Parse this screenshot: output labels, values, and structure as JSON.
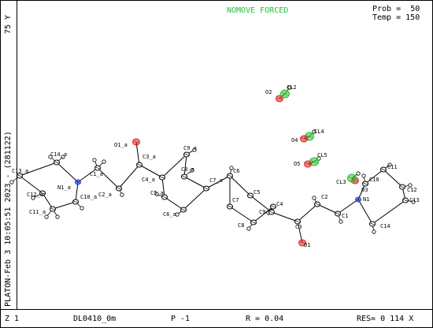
{
  "banner": "NOMOVE FORCED",
  "prob_label": "Prob = ",
  "prob_value": "50",
  "temp_label": "Temp = ",
  "temp_value": "150",
  "side_top": "75 Y",
  "side_bottom": "PLATON-Feb 3 10:05:51 2023 - (281122)",
  "footer": {
    "z": "Z 1",
    "file": "DL0410_0m",
    "space_group": "P -1",
    "r_factor": "R = 0.04",
    "res": "RES= 0 114 X"
  },
  "colors": {
    "carbon": "#000000",
    "oxygen": "#e02020",
    "nitrogen": "#2040d0",
    "chlorine": "#30c030",
    "banner": "#22c03a"
  },
  "atoms": [
    {
      "id": "C13_a",
      "el": "C"
    },
    {
      "id": "C14_a",
      "el": "C"
    },
    {
      "id": "N1_a",
      "el": "N"
    },
    {
      "id": "C12_a",
      "el": "C"
    },
    {
      "id": "C11_a",
      "el": "C"
    },
    {
      "id": "C10_a",
      "el": "C"
    },
    {
      "id": "C1_a",
      "el": "C"
    },
    {
      "id": "C2_a",
      "el": "C"
    },
    {
      "id": "O1_a",
      "el": "O"
    },
    {
      "id": "C3_a",
      "el": "C"
    },
    {
      "id": "C4_a",
      "el": "C"
    },
    {
      "id": "C9_a",
      "el": "C"
    },
    {
      "id": "C8_a",
      "el": "C"
    },
    {
      "id": "C5_a",
      "el": "C"
    },
    {
      "id": "C6_a",
      "el": "C"
    },
    {
      "id": "C7_a",
      "el": "C"
    },
    {
      "id": "C6",
      "el": "C"
    },
    {
      "id": "C5",
      "el": "C"
    },
    {
      "id": "C7",
      "el": "C"
    },
    {
      "id": "C8",
      "el": "C"
    },
    {
      "id": "C9",
      "el": "C"
    },
    {
      "id": "C4",
      "el": "C"
    },
    {
      "id": "C3",
      "el": "C"
    },
    {
      "id": "O1",
      "el": "O"
    },
    {
      "id": "C2",
      "el": "C"
    },
    {
      "id": "C1",
      "el": "C"
    },
    {
      "id": "N1",
      "el": "N"
    },
    {
      "id": "C14",
      "el": "C"
    },
    {
      "id": "C13",
      "el": "C"
    },
    {
      "id": "C12",
      "el": "C"
    },
    {
      "id": "C11",
      "el": "C"
    },
    {
      "id": "C10",
      "el": "C"
    },
    {
      "id": "O3",
      "el": "O"
    },
    {
      "id": "CL3",
      "el": "Cl"
    },
    {
      "id": "O2",
      "el": "O"
    },
    {
      "id": "CL2",
      "el": "Cl"
    },
    {
      "id": "CL4",
      "el": "Cl"
    },
    {
      "id": "O4",
      "el": "O"
    },
    {
      "id": "CL5",
      "el": "Cl"
    },
    {
      "id": "O5",
      "el": "O"
    }
  ]
}
